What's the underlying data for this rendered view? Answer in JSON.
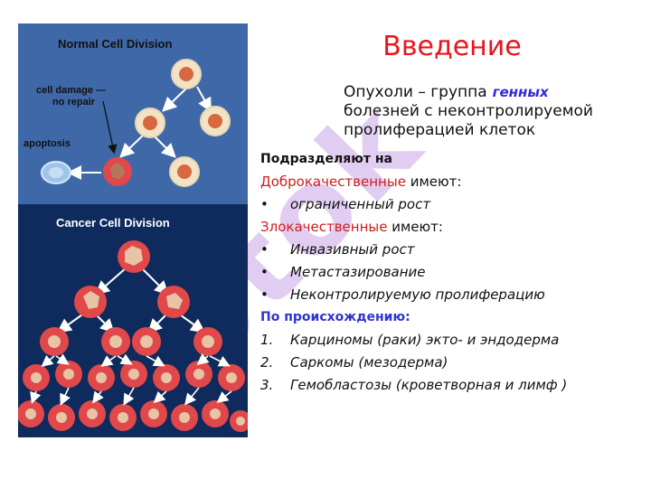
{
  "slide": {
    "title": "Введение",
    "intro": {
      "part1": "Опухоли – группа",
      "keyword": "генных",
      "line2": "болезней с  неконтролируемой",
      "line3": "пролиферацией клеток"
    },
    "subdivide_heading": "Подразделяют на",
    "benign": {
      "label": "Доброкачественные",
      "suffix": " имеют:"
    },
    "benign_items": [
      "ограниченный рост"
    ],
    "malignant": {
      "label": "Злокачественные",
      "suffix": " имеют:"
    },
    "malignant_items": [
      "Инвазивный рост",
      "Метастазирование",
      "Неконтролируемую пролиферацию"
    ],
    "origin_heading": "По происхождению:",
    "origin_items": [
      {
        "n": "1.",
        "text": "Карциномы (раки) экто- и эндодерма"
      },
      {
        "n": "2.",
        "text": "Саркомы (мезодерма)"
      },
      {
        "n": "3.",
        "text": "Гемобластозы (кроветворная и лимф )"
      }
    ],
    "bullet_symbol": "•"
  },
  "figure": {
    "top_title": "Normal Cell Division",
    "damage_label_1": "cell damage —",
    "damage_label_2": "no repair",
    "apoptosis_label": "apoptosis",
    "bottom_title": "Cancer Cell Division",
    "colors": {
      "top_bg": "#3f68a8",
      "bottom_bg": "#0f2a5c",
      "cell_red": "#e0484a",
      "cell_yellow": "#f2e3c4"
    }
  },
  "watermark": {
    "text": "ilotok",
    "color": "#c9a6e6"
  }
}
